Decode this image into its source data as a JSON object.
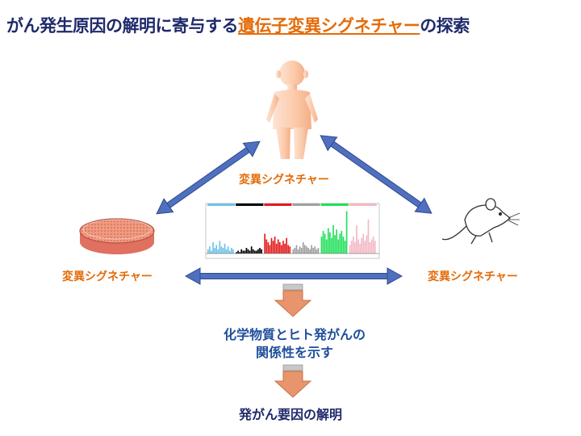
{
  "title": {
    "prefix": "がん発生原因の解明に寄与する",
    "highlight": "遺伝子変異シグネチャー",
    "suffix": "の探索"
  },
  "labels": {
    "human": "変異シグネチャー",
    "dish": "変異シグネチャー",
    "mouse": "変異シグネチャー"
  },
  "middle_text": {
    "line1": "化学物質とヒト発がんの",
    "line2": "関係性を示す"
  },
  "conclusion": "発がん要因の解明",
  "colors": {
    "title": "#1f2a6b",
    "highlight": "#e46c0a",
    "arrow_blue": "#4f6fbf",
    "arrow_orange": "#e8956d",
    "skin": "#fbc9a8"
  },
  "chart_data": {
    "type": "bar",
    "series": [
      {
        "color": "#6fc3e8",
        "values": [
          3,
          5,
          2,
          8,
          4,
          6,
          3,
          9,
          5,
          4,
          7,
          3,
          5,
          2,
          4,
          3
        ]
      },
      {
        "color": "#000000",
        "values": [
          1,
          2,
          1,
          3,
          2,
          2,
          4,
          3,
          2,
          5,
          3,
          2,
          2,
          3,
          4,
          3
        ]
      },
      {
        "color": "#e31a1c",
        "values": [
          14,
          10,
          8,
          6,
          11,
          9,
          12,
          7,
          10,
          8,
          6,
          9,
          7,
          11,
          6,
          5
        ]
      },
      {
        "color": "#a0a0a0",
        "values": [
          3,
          4,
          6,
          3,
          5,
          4,
          8,
          6,
          5,
          4,
          3,
          6,
          4,
          5,
          3,
          4
        ]
      },
      {
        "color": "#22e05a",
        "values": [
          12,
          16,
          14,
          10,
          18,
          15,
          11,
          20,
          13,
          17,
          10,
          14,
          16,
          12,
          9,
          30
        ]
      },
      {
        "color": "#f4b8c4",
        "values": [
          6,
          9,
          12,
          8,
          20,
          10,
          7,
          11,
          14,
          9,
          13,
          24,
          8,
          10,
          12,
          9
        ]
      }
    ],
    "ylim": [
      0,
      32
    ]
  }
}
